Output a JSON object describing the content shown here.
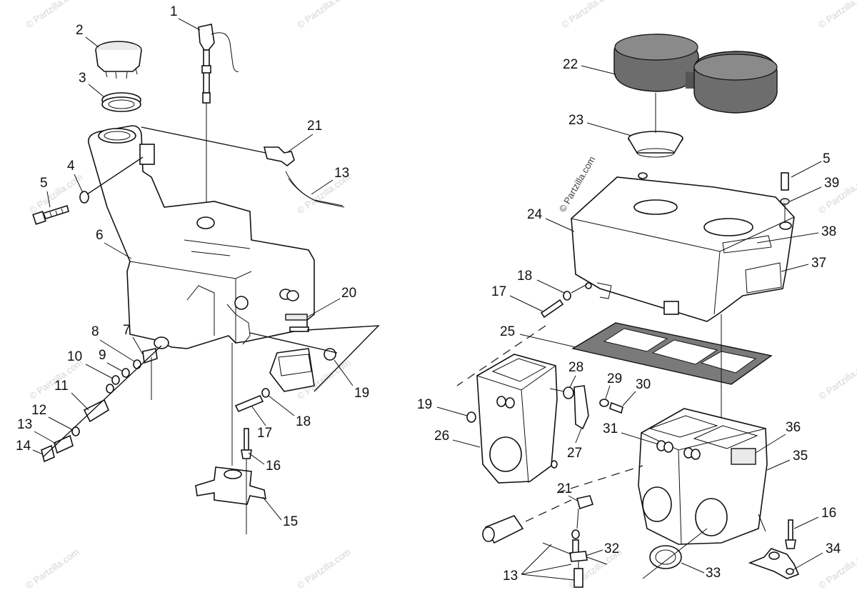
{
  "watermark": "© Partzilla.com",
  "callouts_left": {
    "c1": "1",
    "c2": "2",
    "c3": "3",
    "c4": "4",
    "c5": "5",
    "c6": "6",
    "c7": "7",
    "c8": "8",
    "c9": "9",
    "c10": "10",
    "c11": "11",
    "c12": "12",
    "c13a": "13",
    "c13b": "13",
    "c14": "14",
    "c15": "15",
    "c16": "16",
    "c17": "17",
    "c18": "18",
    "c19": "19",
    "c20": "20",
    "c21": "21"
  },
  "callouts_right": {
    "c22": "22",
    "c23": "23",
    "c24": "24",
    "c5": "5",
    "c39": "39",
    "c38": "38",
    "c37": "37",
    "c18": "18",
    "c17": "17",
    "c25": "25",
    "c19": "19",
    "c26": "26",
    "c28": "28",
    "c29": "29",
    "c30": "30",
    "c27": "27",
    "c31": "31",
    "c36": "36",
    "c35": "35",
    "c21": "21",
    "c16": "16",
    "c32": "32",
    "c34": "34",
    "c13": "13",
    "c33": "33"
  }
}
